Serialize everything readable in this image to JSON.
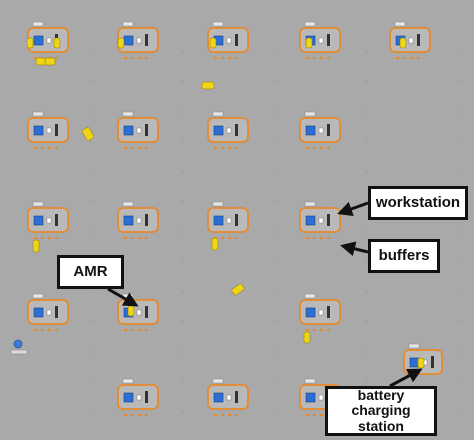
{
  "labels": {
    "workstation": "workstation",
    "buffers": "buffers",
    "amr": "AMR",
    "charging_line1": "battery charging",
    "charging_line2": "station"
  },
  "colors": {
    "floor": "#a9a9a9",
    "station_outline": "#e8892b",
    "station_fill": "#b9b9b9",
    "workstation_block": "#2b6fd6",
    "amr": "#f0d417",
    "buffer_dot": "#e8892b",
    "arrow": "#111111",
    "label_bg": "#ffffff"
  },
  "icons": [
    "workstation-icon",
    "amr-icon",
    "buffer-dot-icon",
    "charging-station-icon",
    "arrow-icon"
  ]
}
